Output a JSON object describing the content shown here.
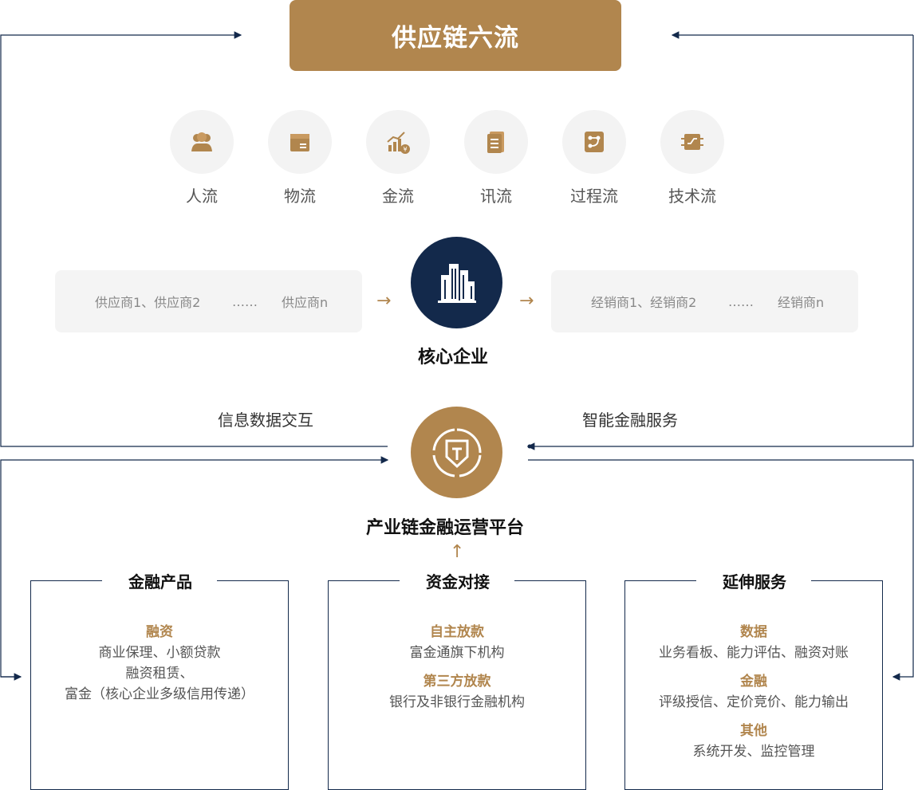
{
  "header": {
    "title": "供应链六流"
  },
  "flows": [
    {
      "label": "人流",
      "icon": "people-icon"
    },
    {
      "label": "物流",
      "icon": "box-icon"
    },
    {
      "label": "金流",
      "icon": "money-chart-icon"
    },
    {
      "label": "讯流",
      "icon": "document-icon"
    },
    {
      "label": "过程流",
      "icon": "process-icon"
    },
    {
      "label": "技术流",
      "icon": "circuit-icon"
    }
  ],
  "suppliers": {
    "left": "供应商1、供应商2",
    "dots": "……",
    "right": "供应商n"
  },
  "distributors": {
    "left": "经销商1、经销商2",
    "dots": "……",
    "right": "经销商n"
  },
  "core": {
    "label": "核心企业",
    "icon": "buildings-icon"
  },
  "links": {
    "left": "信息数据交互",
    "right": "智能金融服务",
    "arrow_right": "→",
    "arrow_up": "↑"
  },
  "platform": {
    "label": "产业链金融运营平台",
    "icon": "shield-logo-icon"
  },
  "panels": [
    {
      "title": "金融产品",
      "sections": [
        {
          "title": "融资",
          "lines": [
            "商业保理、小额贷款",
            "融资租赁、",
            "富金（核心企业多级信用传递）"
          ]
        }
      ]
    },
    {
      "title": "资金对接",
      "sections": [
        {
          "title": "自主放款",
          "lines": [
            "富金通旗下机构"
          ]
        },
        {
          "title": "第三方放款",
          "lines": [
            "银行及非银行金融机构"
          ]
        }
      ]
    },
    {
      "title": "延伸服务",
      "sections": [
        {
          "title": "数据",
          "lines": [
            "业务看板、能力评估、融资对账"
          ]
        },
        {
          "title": "金融",
          "lines": [
            "评级授信、定价竞价、能力输出"
          ]
        },
        {
          "title": "其他",
          "lines": [
            "系统开发、监控管理"
          ]
        }
      ]
    }
  ],
  "colors": {
    "gold": "#b1864e",
    "navy": "#13294b",
    "panel_bg": "#f4f4f4",
    "icon_circle": "#f3f3f3"
  }
}
